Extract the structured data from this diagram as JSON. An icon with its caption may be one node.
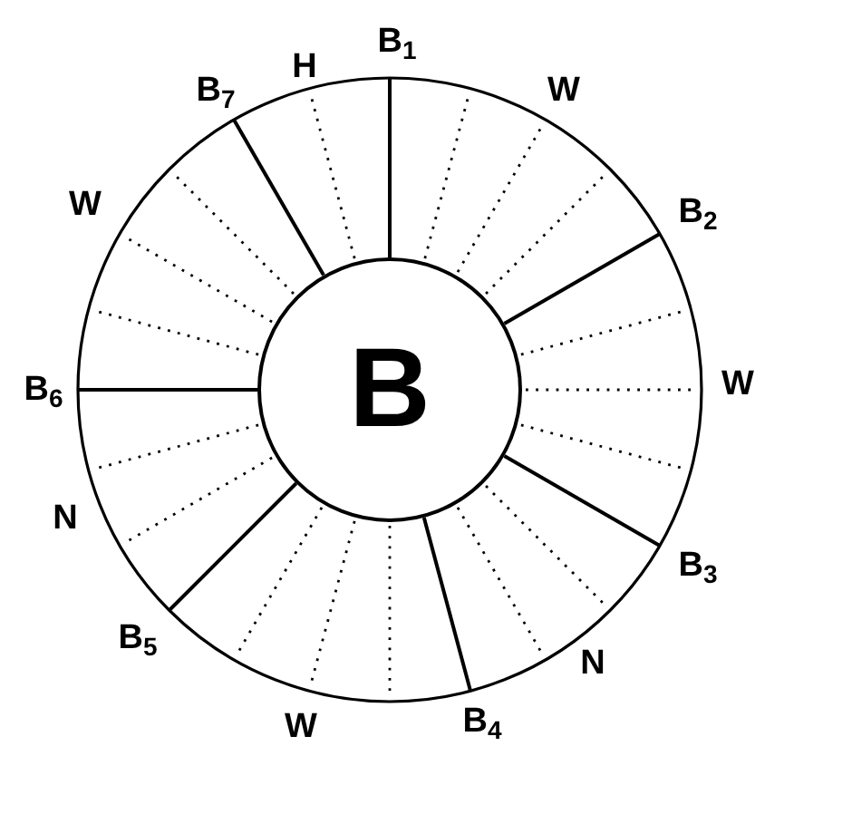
{
  "diagram": {
    "nodes": [
      {
        "text": [
          "B"
        ]
      }
    ],
    "labels": [
      "B$_{1}$",
      "H",
      "B$_{7}$",
      "W",
      "W",
      "B$_{2}$",
      "W",
      "B$_{6}$",
      "N",
      "B$_{3}$",
      "B$_{5}$",
      "N",
      "B$_{4}$",
      "W"
    ]
  }
}
